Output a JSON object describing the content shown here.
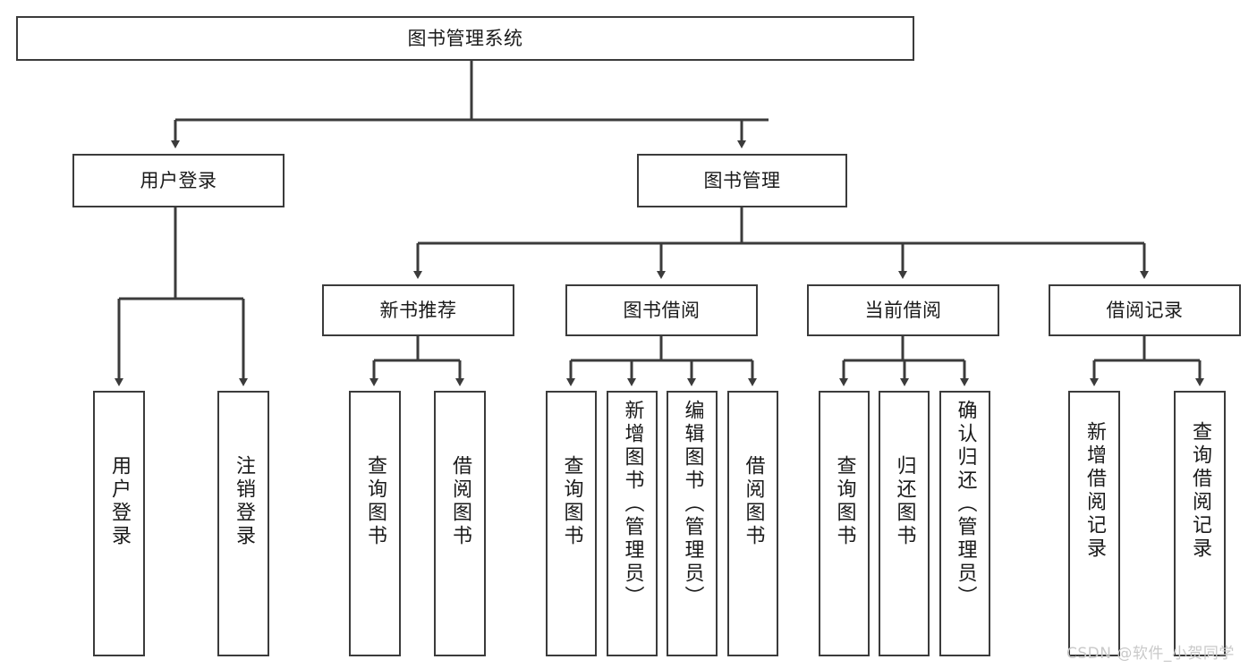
{
  "diagram": {
    "type": "tree-hierarchy-chart",
    "title": "图书管理系统",
    "line_color": "#3b3b3b",
    "box_fill": "#ffffff",
    "text_color": "#1a1a1a",
    "watermark": "CSDN @软件_小贺同学",
    "root": {
      "label": "图书管理系统"
    },
    "level2": [
      {
        "id": "user-login",
        "label": "用户登录"
      },
      {
        "id": "book-manage",
        "label": "图书管理"
      }
    ],
    "level3": [
      {
        "id": "new-book-recommend",
        "label": "新书推荐",
        "parent": "book-manage"
      },
      {
        "id": "book-borrow",
        "label": "图书借阅",
        "parent": "book-manage"
      },
      {
        "id": "current-borrow",
        "label": "当前借阅",
        "parent": "book-manage"
      },
      {
        "id": "borrow-record",
        "label": "借阅记录",
        "parent": "book-manage"
      }
    ],
    "leaves": [
      {
        "id": "leaf-user-login",
        "label": "用户登录",
        "parent": "user-login"
      },
      {
        "id": "leaf-logout-login",
        "label": "注销登录",
        "parent": "user-login"
      },
      {
        "id": "leaf-query-book-1",
        "label": "查询图书",
        "parent": "new-book-recommend"
      },
      {
        "id": "leaf-borrow-book-1",
        "label": "借阅图书",
        "parent": "new-book-recommend"
      },
      {
        "id": "leaf-query-book-2",
        "label": "查询图书",
        "parent": "book-borrow"
      },
      {
        "id": "leaf-add-book",
        "label": "新增图书（管理员）",
        "parent": "book-borrow"
      },
      {
        "id": "leaf-edit-book",
        "label": "编辑图书（管理员）",
        "parent": "book-borrow"
      },
      {
        "id": "leaf-borrow-book-2",
        "label": "借阅图书",
        "parent": "book-borrow"
      },
      {
        "id": "leaf-query-book-3",
        "label": "查询图书",
        "parent": "current-borrow"
      },
      {
        "id": "leaf-return-book",
        "label": "归还图书",
        "parent": "current-borrow"
      },
      {
        "id": "leaf-confirm-return",
        "label": "确认归还（管理员）",
        "parent": "current-borrow"
      },
      {
        "id": "leaf-add-record",
        "label": "新增借阅记录",
        "parent": "borrow-record"
      },
      {
        "id": "leaf-query-record",
        "label": "查询借阅记录",
        "parent": "borrow-record"
      }
    ]
  }
}
